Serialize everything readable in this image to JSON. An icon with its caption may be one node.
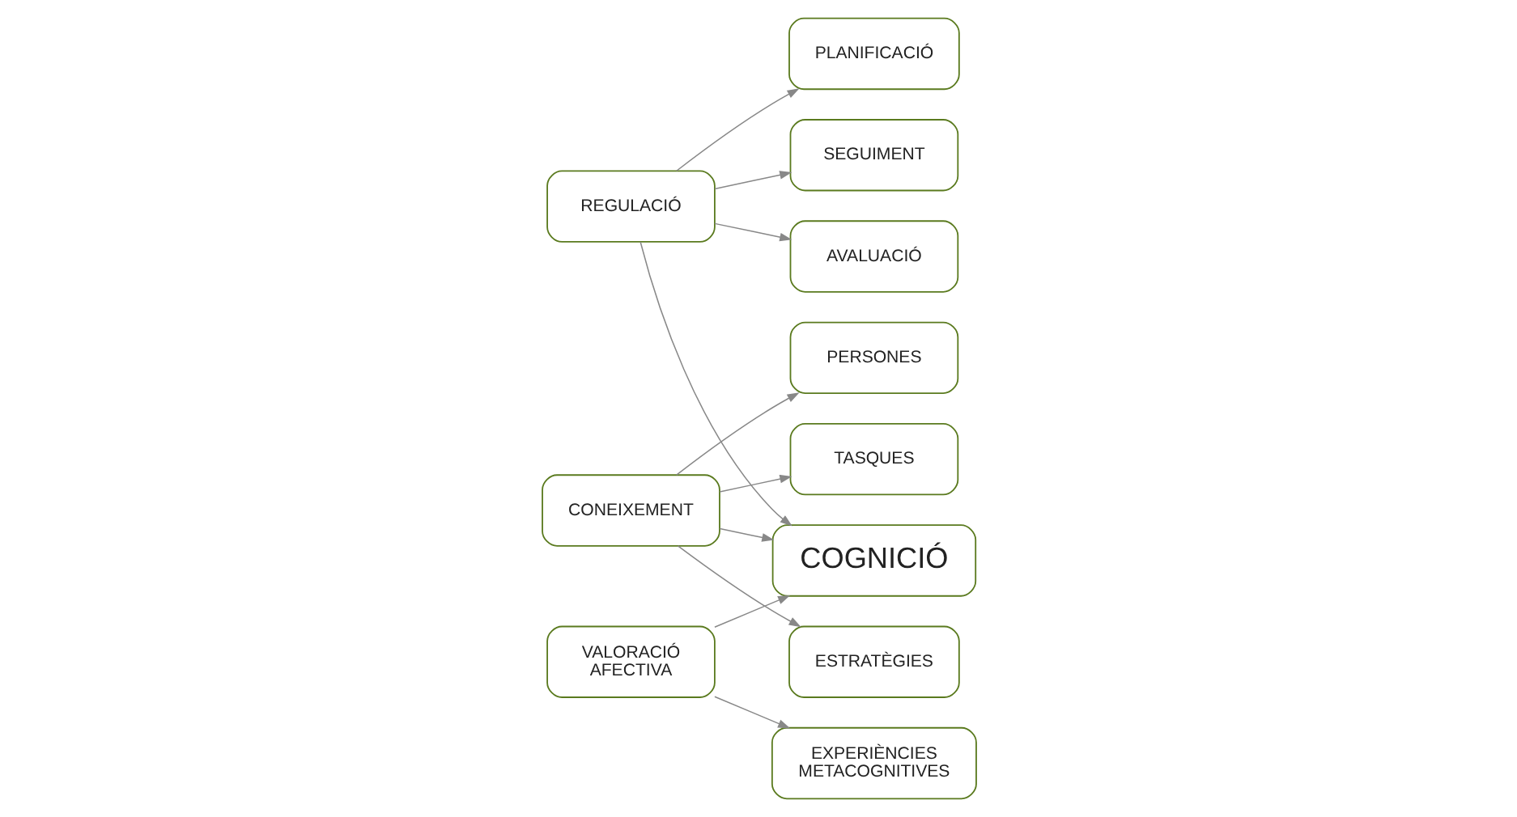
{
  "diagram": {
    "nodes": [
      {
        "text": [
          "REGULACIÓ"
        ]
      },
      {
        "text": [
          "PLANIFICACIÓ"
        ]
      },
      {
        "text": [
          "SEGUIMENT"
        ]
      },
      {
        "text": [
          "AVALUACIÓ"
        ]
      },
      {
        "text": [
          "CONEIXEMENT"
        ]
      },
      {
        "text": [
          "COGNICIÓ"
        ]
      },
      {
        "text": [
          "PERSONES"
        ]
      },
      {
        "text": [
          "TASQUES"
        ]
      },
      {
        "text": [
          "VALORACIÓ AFECTIVA"
        ]
      },
      {
        "text": [
          "ESTRATÈGIES"
        ]
      },
      {
        "text": [
          "EXPERIÈNCIES METACOGNITIVES"
        ]
      }
    ],
    "edges": [
      {
        "from": 0,
        "to": 1,
        "arrow": "to"
      },
      {
        "from": 0,
        "to": 2,
        "arrow": "to"
      },
      {
        "from": 0,
        "to": 3,
        "arrow": "to"
      },
      {
        "from": 0,
        "to": 5,
        "arrow": "to"
      },
      {
        "from": 4,
        "to": 5,
        "arrow": "to"
      },
      {
        "from": 4,
        "to": 6,
        "arrow": "to"
      },
      {
        "from": 4,
        "to": 9,
        "arrow": "to"
      },
      {
        "from": 4,
        "to": 7,
        "arrow": "to"
      },
      {
        "from": 8,
        "to": 5,
        "arrow": "to"
      },
      {
        "from": 8,
        "to": 10,
        "arrow": "to"
      }
    ]
  }
}
